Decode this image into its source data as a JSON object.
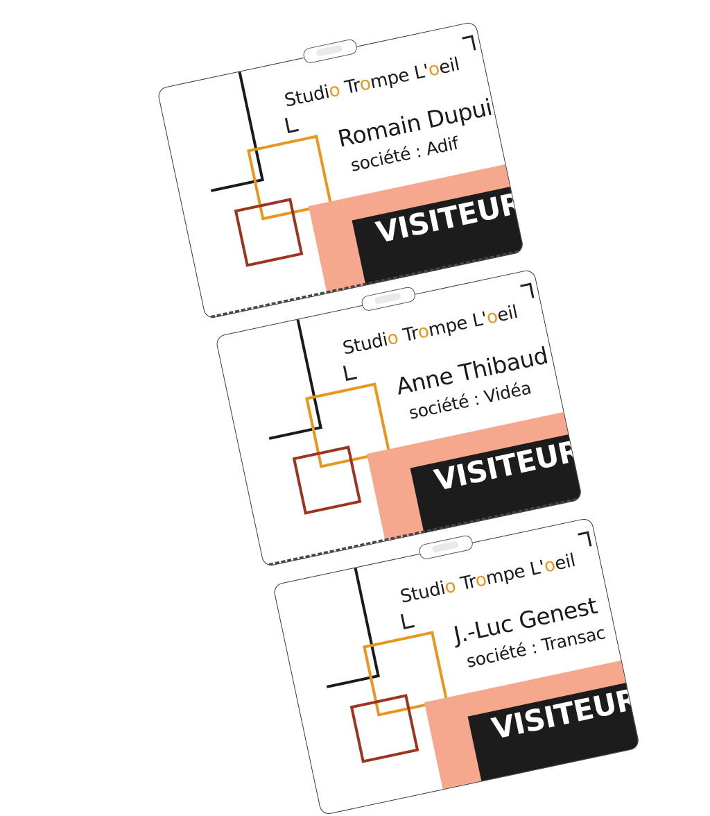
{
  "colors": {
    "black": "#1a1a1a",
    "orange": "#e8961e",
    "dark_red": "#9c3421",
    "salmon": "#f5a88e",
    "band": "#1c1c1c"
  },
  "badges": [
    {
      "brand_parts": [
        "Studi",
        "o",
        " Tr",
        "o",
        "mpe L'",
        "o",
        "eil"
      ],
      "name": "Romain Dupuis",
      "company": "société : Adif",
      "role": "VISITEUR"
    },
    {
      "brand_parts": [
        "Studi",
        "o",
        " Tr",
        "o",
        "mpe L'",
        "o",
        "eil"
      ],
      "name": "Anne Thibaud",
      "company": "société : Vidéa",
      "role": "VISITEUR"
    },
    {
      "brand_parts": [
        "Studi",
        "o",
        " Tr",
        "o",
        "mpe L'",
        "o",
        "eil"
      ],
      "name": "J.-Luc Genest",
      "company": "société : Transac",
      "role": "VISITEUR"
    }
  ]
}
